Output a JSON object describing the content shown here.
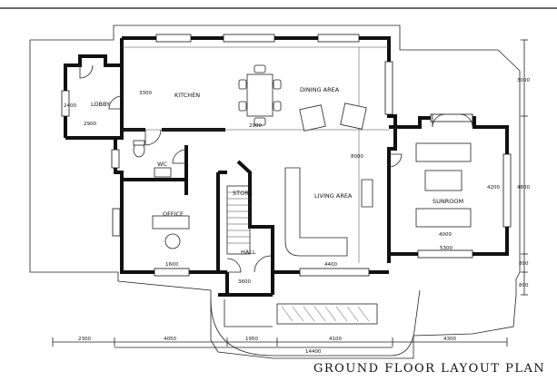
{
  "title": "GROUND FLOOR LAYOUT PLAN",
  "rooms": {
    "lobby": "LOBBY",
    "kitchen": "KITCHEN",
    "dining": "DINING AREA",
    "wc": "WC",
    "store": "STORE",
    "office": "OFFICE",
    "living": "LIVING AREA",
    "hall": "HALL",
    "sunroom": "SUNROOM"
  },
  "dimensions": {
    "lobby_height": "2400",
    "lobby_width": "2900",
    "kitchen_height": "3300",
    "dining_width": "2900",
    "living_height": "8000",
    "sunroom_height": "4200",
    "sunroom_width": "4000",
    "right_a": "3000",
    "right_b": "4800",
    "right_c": "800",
    "right_d": "800",
    "office_small_1": "1600",
    "office_small_2": "3600",
    "living_small": "4400",
    "sunroom_small": "5300"
  },
  "bottom_dimensions": {
    "seg1": "2300",
    "seg2": "4050",
    "seg3": "1950",
    "seg4": "4100",
    "seg5": "4300",
    "total": "14400"
  }
}
